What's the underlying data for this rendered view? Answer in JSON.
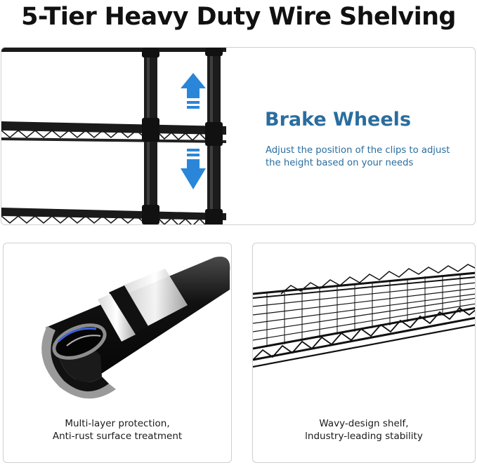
{
  "header": {
    "title": "5-Tier Heavy Duty Wire Shelving"
  },
  "feature_panel": {
    "heading": "Brake Wheels",
    "description_line1": "Adjust the position of the clips to adjust",
    "description_line2": "the height based on your needs",
    "accent_color": "#2a6d9e",
    "arrow_color": "#2a86d8",
    "icons": [
      "arrow-up-icon",
      "arrow-down-icon"
    ]
  },
  "pole_panel": {
    "caption_line1": "Multi-layer protection,",
    "caption_line2": "Anti-rust surface treatment"
  },
  "shelf_panel": {
    "caption_line1": "Wavy-design shelf,",
    "caption_line2": "lndustry-leading stability"
  }
}
